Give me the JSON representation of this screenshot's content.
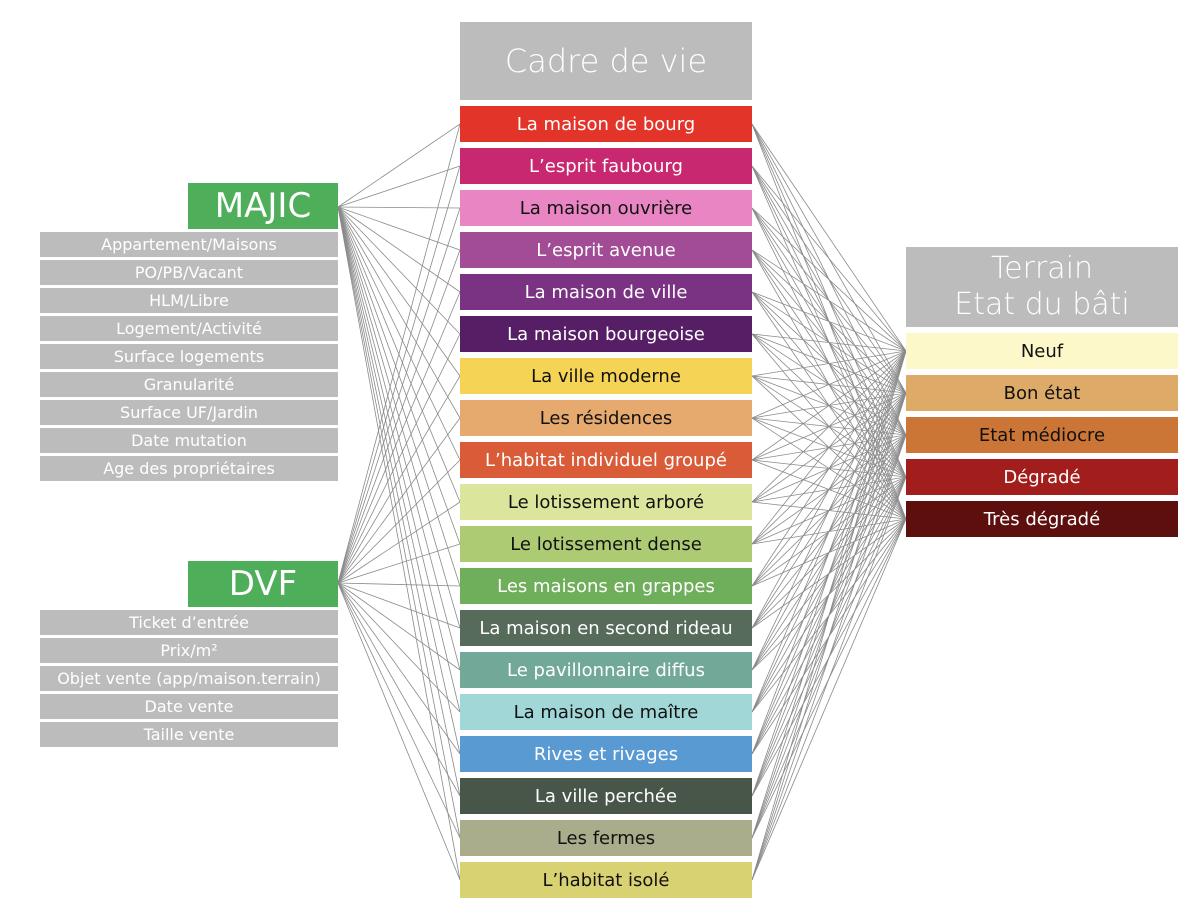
{
  "cadre": {
    "title": "Cadre de vie",
    "items": [
      {
        "label": "La maison de bourg",
        "color": "#E3342A",
        "text": "#ffffff"
      },
      {
        "label": "L’esprit faubourg",
        "color": "#C8286F",
        "text": "#ffffff"
      },
      {
        "label": "La maison ouvrière",
        "color": "#E985C3",
        "text": "#111111"
      },
      {
        "label": "L’esprit avenue",
        "color": "#A24C95",
        "text": "#ffffff"
      },
      {
        "label": "La maison de ville",
        "color": "#7A3282",
        "text": "#ffffff"
      },
      {
        "label": "La maison bourgeoise",
        "color": "#561E64",
        "text": "#ffffff"
      },
      {
        "label": "La ville moderne",
        "color": "#F5D354",
        "text": "#111111"
      },
      {
        "label": "Les résidences",
        "color": "#E7AA6E",
        "text": "#111111"
      },
      {
        "label": "L’habitat individuel groupé",
        "color": "#DA5B37",
        "text": "#ffffff"
      },
      {
        "label": "Le lotissement arboré",
        "color": "#DCE59C",
        "text": "#111111"
      },
      {
        "label": "Le lotissement dense",
        "color": "#ADCB73",
        "text": "#111111"
      },
      {
        "label": "Les maisons en grappes",
        "color": "#6FAE5A",
        "text": "#ffffff"
      },
      {
        "label": "La maison en second rideau",
        "color": "#566B5A",
        "text": "#ffffff"
      },
      {
        "label": "Le pavillonnaire diffus",
        "color": "#72A898",
        "text": "#ffffff"
      },
      {
        "label": "La maison de maître",
        "color": "#A2D7D8",
        "text": "#111111"
      },
      {
        "label": "Rives et rivages",
        "color": "#5A9AD3",
        "text": "#ffffff"
      },
      {
        "label": "La ville perchée",
        "color": "#48564A",
        "text": "#ffffff"
      },
      {
        "label": "Les fermes",
        "color": "#A9AD8B",
        "text": "#111111"
      },
      {
        "label": "L’habitat isolé",
        "color": "#D8D273",
        "text": "#111111"
      }
    ]
  },
  "majic": {
    "title": "MAJIC",
    "items": [
      "Appartement/Maisons",
      "PO/PB/Vacant",
      "HLM/Libre",
      "Logement/Activité",
      "Surface logements",
      "Granularité",
      "Surface UF/Jardin",
      "Date mutation",
      "Age des propriétaires"
    ]
  },
  "dvf": {
    "title": "DVF",
    "items": [
      "Ticket d’entrée",
      "Prix/m²",
      "Objet vente (app/maison.terrain)",
      "Date vente",
      "Taille vente"
    ]
  },
  "terrain": {
    "title_line1": "Terrain",
    "title_line2": "Etat du bâti",
    "items": [
      {
        "label": "Neuf",
        "color": "#FDF8C9",
        "text": "#111111"
      },
      {
        "label": "Bon état",
        "color": "#DDAA68",
        "text": "#111111"
      },
      {
        "label": "Etat médiocre",
        "color": "#CB7536",
        "text": "#111111"
      },
      {
        "label": "Dégradé",
        "color": "#A21E1C",
        "text": "#ffffff"
      },
      {
        "label": "Très dégradé",
        "color": "#5D0F0E",
        "text": "#ffffff"
      }
    ]
  },
  "link_color": "#8a8a8a"
}
